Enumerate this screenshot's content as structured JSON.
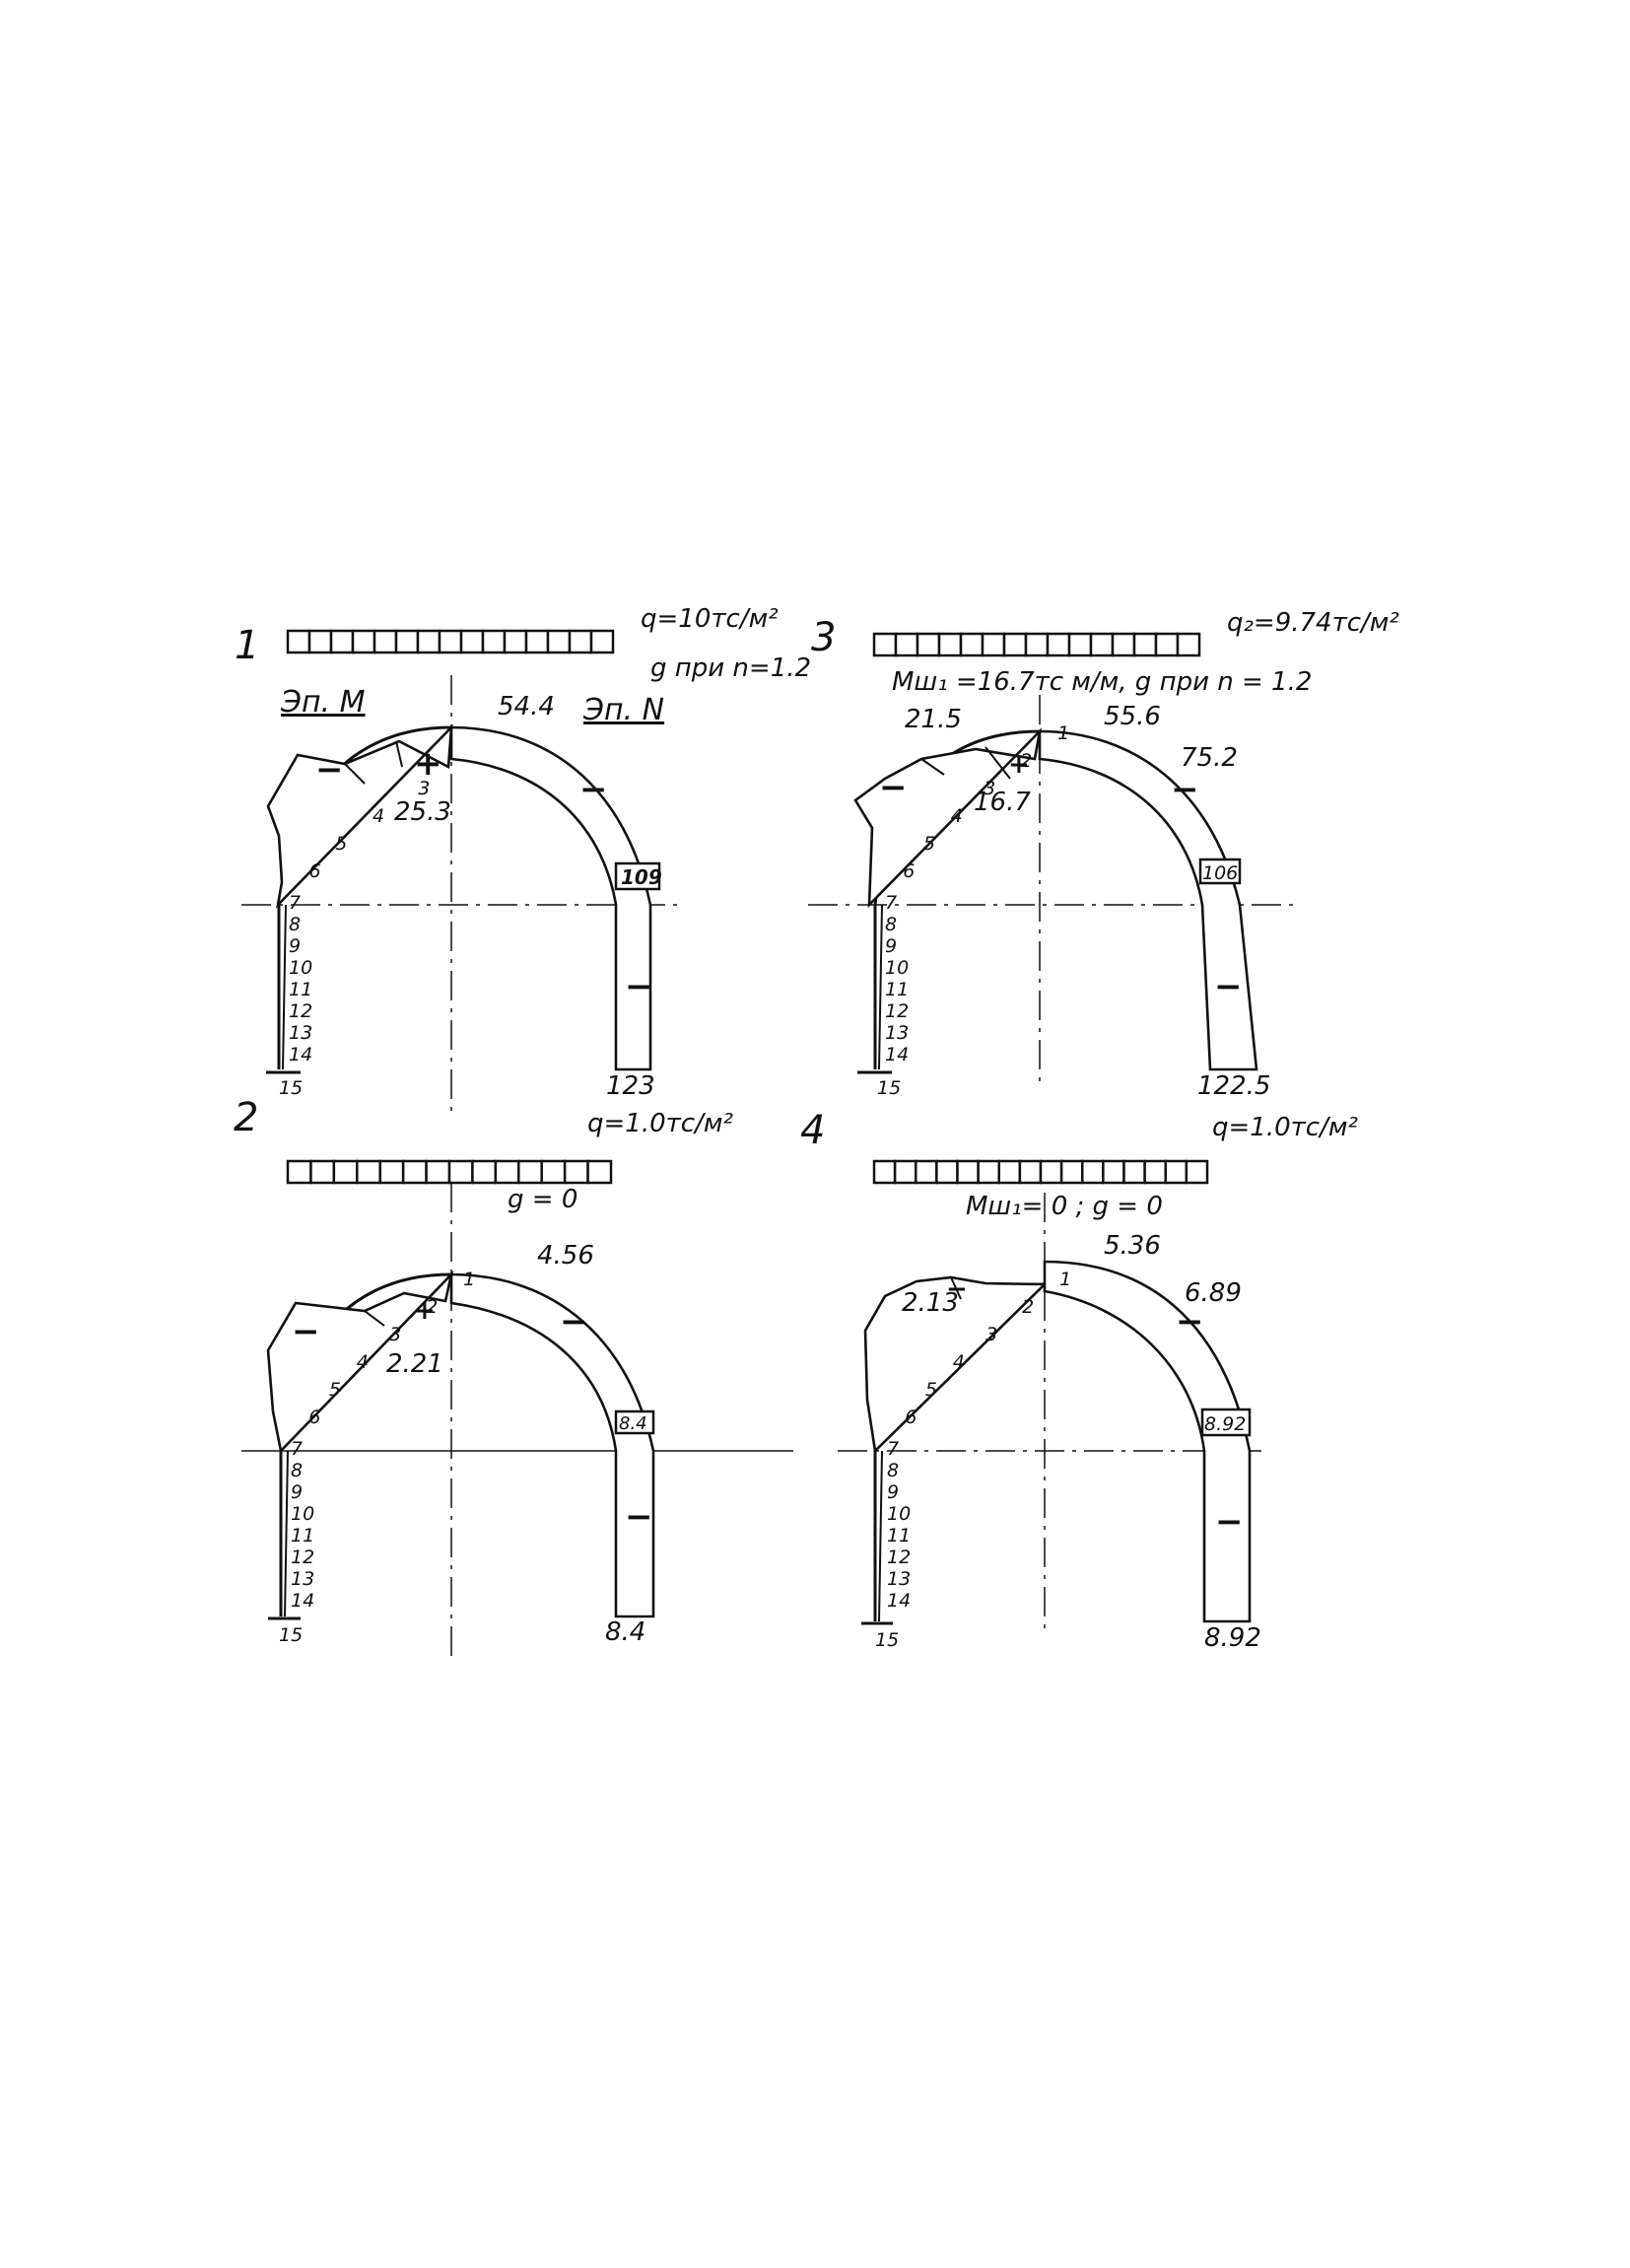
{
  "panels": [
    {
      "number": "1",
      "load_label": "q=10тс/м²",
      "sub_label": "g при n=1.2",
      "moment_title": "Эп. M",
      "normal_title": "Эп. N",
      "moment_values": [
        "25.3"
      ],
      "normal_values": [
        "54.4",
        "109",
        "123"
      ],
      "bottom_label": "15",
      "point_labels": [
        "3",
        "4",
        "5",
        "6",
        "7",
        "8",
        "9",
        "10",
        "11",
        "12",
        "13",
        "14"
      ]
    },
    {
      "number": "3",
      "load_label": "q₂=9.74тс/м²",
      "sub_label": "Mш₁ =16.7тс м/м, g при n = 1.2",
      "moment_values": [
        "21.5",
        "16.7"
      ],
      "normal_values": [
        "55.6",
        "75.2",
        "106",
        "122.5"
      ],
      "bottom_label": "15",
      "point_labels": [
        "1",
        "2",
        "3",
        "4",
        "5",
        "6",
        "7",
        "8",
        "9",
        "10",
        "11",
        "12",
        "13",
        "14"
      ]
    },
    {
      "number": "2",
      "load_label": "q=1.0тс/м²",
      "sub_label": "g = 0",
      "moment_values": [
        "2.21"
      ],
      "normal_values": [
        "4.56",
        "8.4",
        "8.4"
      ],
      "bottom_label": "15",
      "point_labels": [
        "1",
        "2",
        "3",
        "4",
        "5",
        "6",
        "7",
        "8",
        "9",
        "10",
        "11",
        "12",
        "13",
        "14"
      ]
    },
    {
      "number": "4",
      "load_label": "q=1.0тс/м²",
      "sub_label": "Mш₁= 0 ; g = 0",
      "moment_values": [
        "2.13"
      ],
      "normal_values": [
        "5.36",
        "6.89",
        "8.92",
        "8.92"
      ],
      "bottom_label": "15",
      "point_labels": [
        "1",
        "2",
        "3",
        "4",
        "5",
        "6",
        "7",
        "8",
        "9",
        "10",
        "11",
        "12",
        "13",
        "14"
      ]
    }
  ],
  "signs": {
    "minus": "−",
    "plus": "+"
  }
}
